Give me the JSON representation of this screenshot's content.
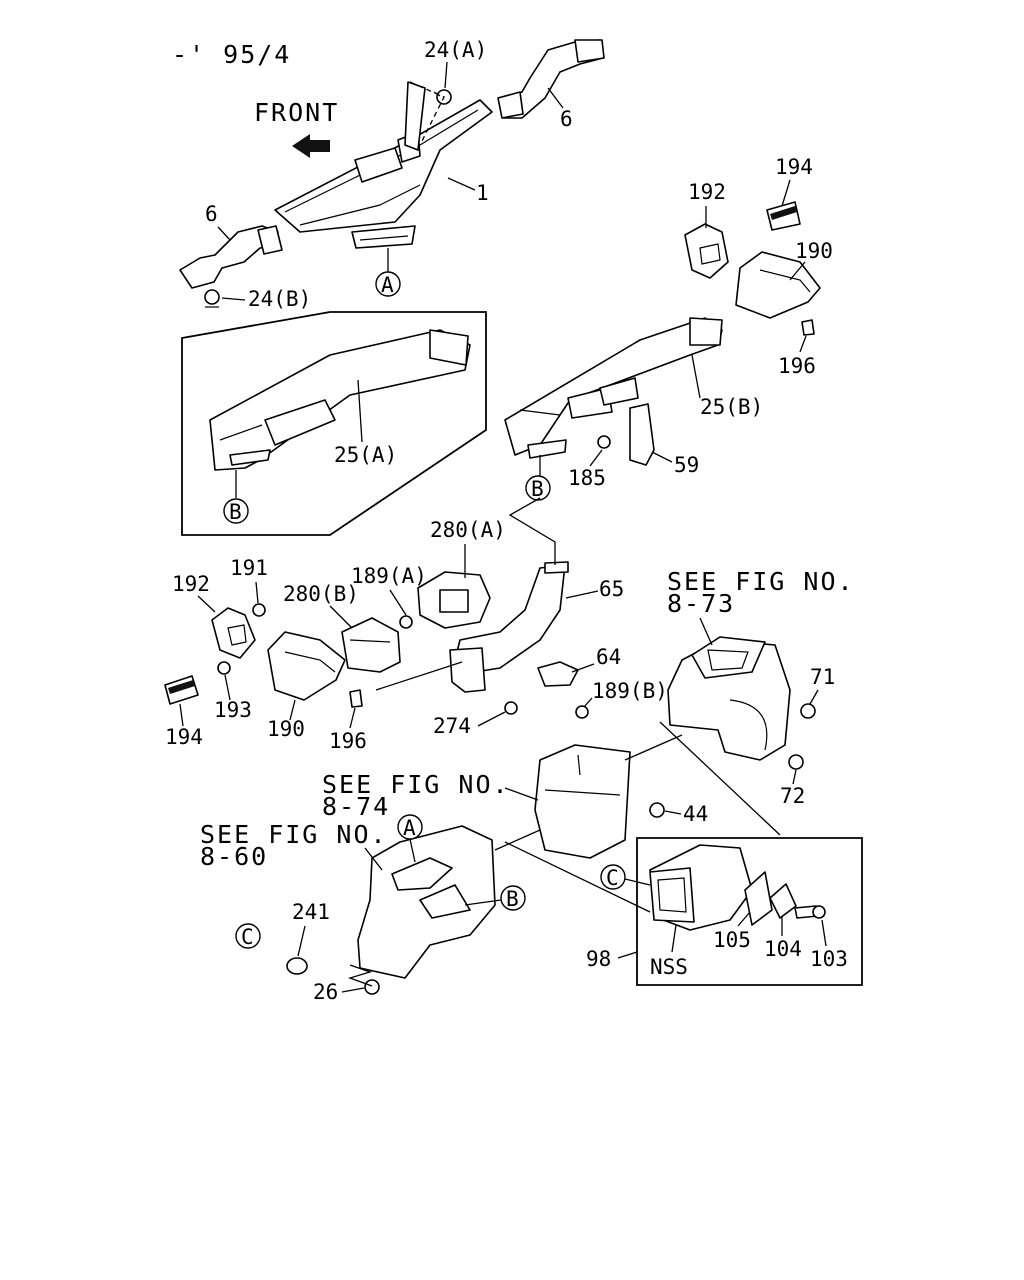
{
  "header": {
    "version_mark": "-' 95/4",
    "direction_label": "FRONT"
  },
  "references": {
    "fig_73": [
      "SEE FIG NO.",
      "8-73"
    ],
    "fig_74": [
      "SEE FIG NO.",
      "8-74"
    ],
    "fig_60": [
      "SEE FIG NO.",
      "8-60"
    ]
  },
  "callouts": {
    "a": "A",
    "b": "B",
    "c": "C"
  },
  "parts": {
    "p1": "1",
    "p6": "6",
    "p24a": "24(A)",
    "p24b": "24(B)",
    "p25a": "25(A)",
    "p25b": "25(B)",
    "p26": "26",
    "p44": "44",
    "p59": "59",
    "p64": "64",
    "p65": "65",
    "p71": "71",
    "p72": "72",
    "p98": "98",
    "p103": "103",
    "p104": "104",
    "p105": "105",
    "p185": "185",
    "p189a": "189(A)",
    "p189b": "189(B)",
    "p190": "190",
    "p191": "191",
    "p192": "192",
    "p193": "193",
    "p194": "194",
    "p196": "196",
    "p241": "241",
    "p274": "274",
    "p280a": "280(A)",
    "p280b": "280(B)",
    "nss": "NSS"
  }
}
